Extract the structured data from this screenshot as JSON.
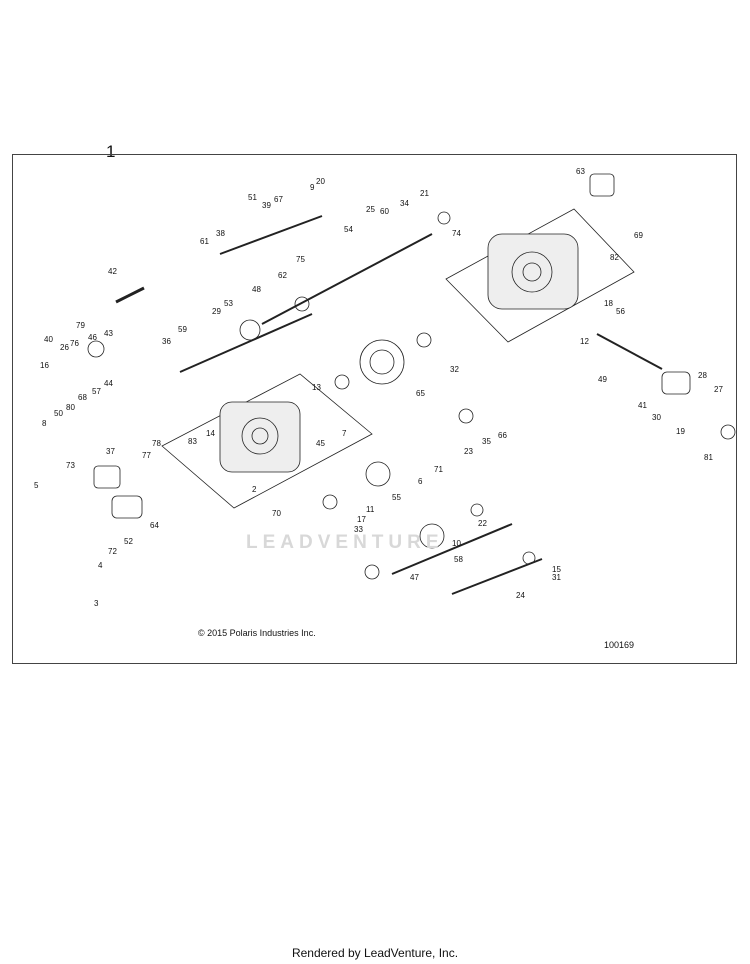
{
  "sheet_number": "1",
  "copyright": "© 2015 Polaris Industries Inc.",
  "diagram_id": "100169",
  "watermark": "LEADVENTURE",
  "footer": "Rendered by LeadVenture, Inc.",
  "callouts": [
    "1",
    "2",
    "3",
    "4",
    "5",
    "6",
    "7",
    "8",
    "9",
    "10",
    "11",
    "12",
    "13",
    "14",
    "15",
    "16",
    "17",
    "18",
    "19",
    "20",
    "21",
    "22",
    "23",
    "24",
    "25",
    "26",
    "27",
    "28",
    "29",
    "30",
    "31",
    "32",
    "33",
    "34",
    "35",
    "36",
    "37",
    "38",
    "39",
    "40",
    "41",
    "42",
    "43",
    "44",
    "45",
    "46",
    "47",
    "48",
    "49",
    "50",
    "51",
    "52",
    "53",
    "54",
    "55",
    "56",
    "57",
    "58",
    "59",
    "60",
    "61",
    "62",
    "63",
    "64",
    "65",
    "66",
    "67",
    "68",
    "69",
    "70",
    "71",
    "72",
    "73",
    "74",
    "75",
    "76",
    "77",
    "78",
    "79",
    "80",
    "81",
    "82",
    "83"
  ]
}
